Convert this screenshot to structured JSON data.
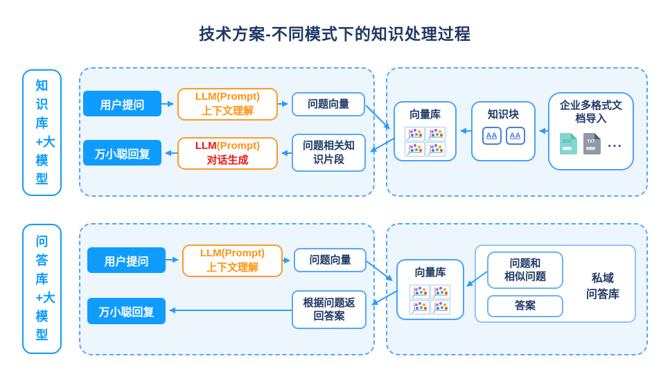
{
  "title": "技术方案-不同模式下的知识处理过程",
  "colors": {
    "accent_blue": "#0f9cfd",
    "arrow_blue": "#2e9bf6",
    "dark_navy": "#1f3864",
    "orange": "#ff9310",
    "red": "#f21212",
    "panel_bg": "#edf5fd",
    "dashed_border": "#55a7f7"
  },
  "icons": {
    "vector_db": "scatter-plot-grid-icon",
    "knowledge_chunk": "text-aa-chip-icon",
    "doc_file": "doc-file-icon",
    "txt_file": "txt-file-icon",
    "more": "ellipsis-icon"
  },
  "row1": {
    "side_label": "知识库+大模型",
    "user_question": "用户提问",
    "llm_understand_line1": "LLM(Prompt)",
    "llm_understand_line2": "上下文理解",
    "question_vector": "问题向量",
    "reply": "万小聪回复",
    "llm_generate_llm": "LLM",
    "llm_generate_prompt": "(Prompt)",
    "llm_generate_line2": "对话生成",
    "related_knowledge": "问题相关知识片段",
    "vector_db": "向量库",
    "knowledge_chunk": "知识块",
    "chunk_label": "AA",
    "doc_import": "企业多格式文档导入",
    "doc_label": "DOC",
    "txt_label": "TXT",
    "more": "..."
  },
  "row2": {
    "side_label": "问答库+大模型",
    "user_question": "用户提问",
    "llm_understand_line1": "LLM(Prompt)",
    "llm_understand_line2": "上下文理解",
    "question_vector": "问题向量",
    "reply": "万小聪回复",
    "return_answer": "根据问题返回答案",
    "vector_db": "向量库",
    "qa_line1": "问题和",
    "qa_line2": "相似问题",
    "answer": "答案",
    "private_line1": "私域",
    "private_line2": "问答库"
  }
}
